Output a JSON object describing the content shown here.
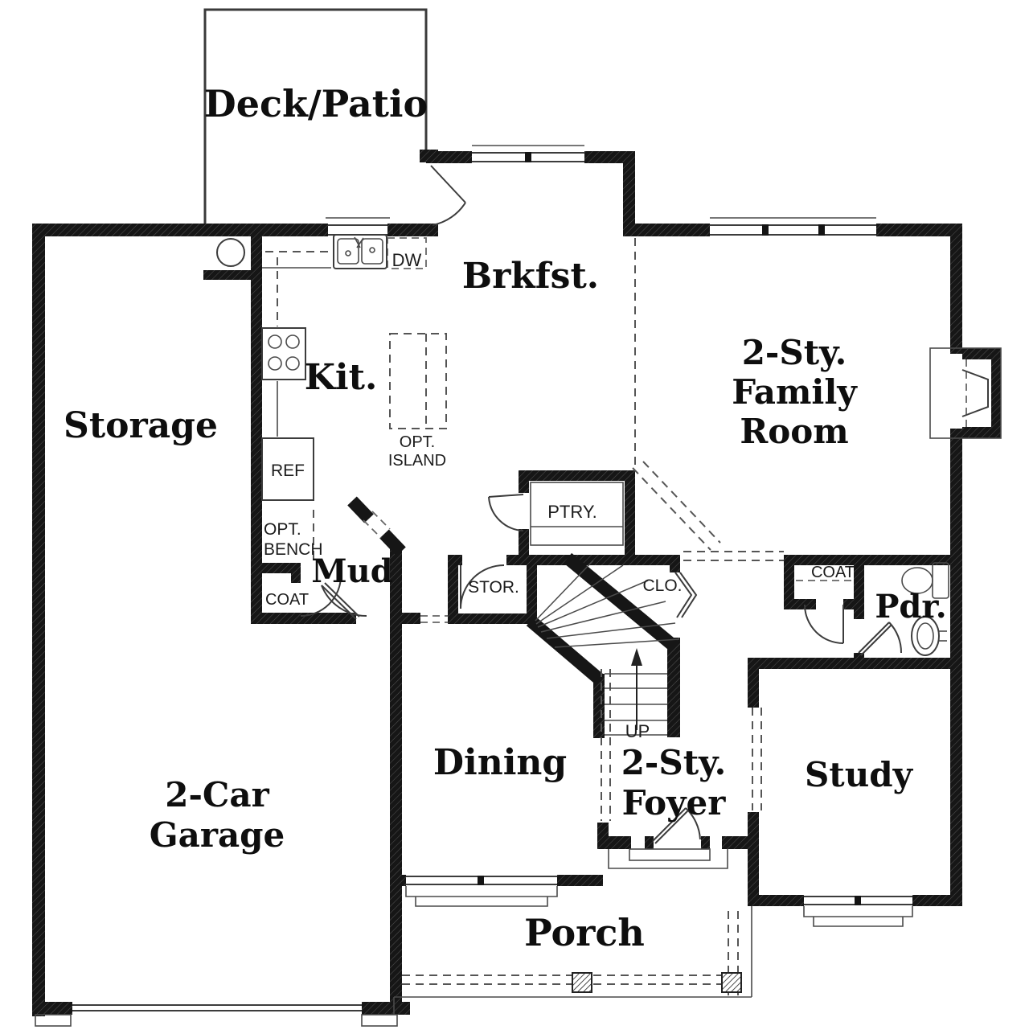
{
  "plan": {
    "type": "residential-first-floor-plan",
    "colors": {
      "wall": "#141414",
      "line": "#3c3c3c",
      "dashed": "#555555",
      "background": "#ffffff"
    },
    "labels": {
      "deck": "Deck/Patio",
      "brkfst": "Brkfst.",
      "kit": "Kit.",
      "storage": "Storage",
      "family": [
        "2-Sty.",
        "Family",
        "Room"
      ],
      "mud": "Mud",
      "pdr": "Pdr.",
      "dining": "Dining",
      "foyer": [
        "2-Sty.",
        "Foyer"
      ],
      "study": "Study",
      "garage": [
        "2-Car",
        "Garage"
      ],
      "porch": "Porch"
    },
    "small_labels": {
      "dw": "DW",
      "opt_island": [
        "OPT.",
        "ISLAND"
      ],
      "ref": "REF",
      "ptry": "PTRY.",
      "opt_bench": [
        "OPT.",
        "BENCH"
      ],
      "coat_mud": "COAT",
      "stor": "STOR.",
      "clo": "CLO.",
      "coat_hall": "COAT",
      "up": "UP"
    },
    "fixtures": [
      "double-basin-kitchen-sink",
      "dishwasher",
      "range-stove-4-burners",
      "refrigerator",
      "optional-kitchen-island",
      "water-heater",
      "pantry-shelving",
      "fireplace",
      "toilet",
      "powder-room-sink",
      "u-stair-with-winders",
      "porch-columns",
      "garage-overhead-door",
      "front-entry-door"
    ]
  }
}
